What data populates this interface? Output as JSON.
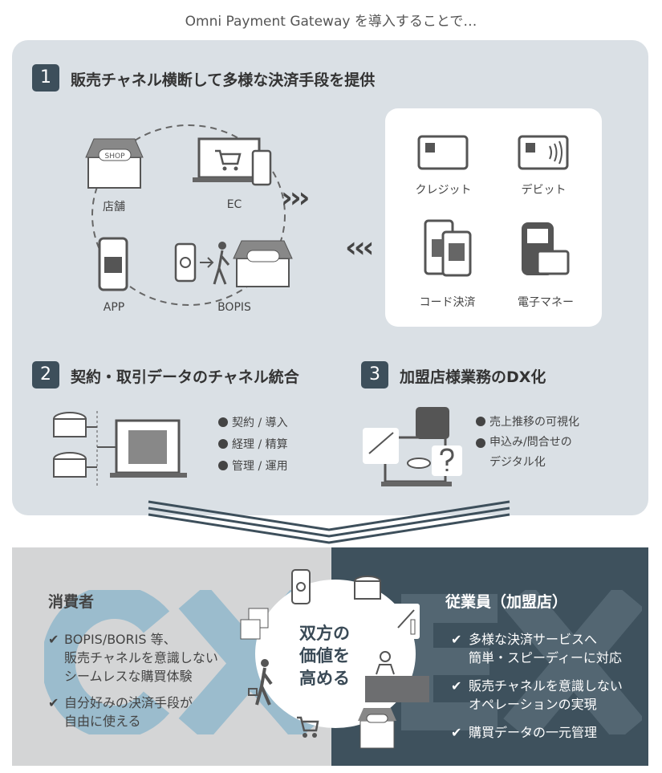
{
  "title": "Omni Payment Gateway を導入することで…",
  "section1": {
    "num": "1",
    "heading": "販売チャネル横断して多様な決済手段を提供",
    "channels": [
      "店舗",
      "EC",
      "APP",
      "BOPIS"
    ],
    "shop_sign": "SHOP",
    "methods": [
      "クレジット",
      "デビット",
      "コード決済",
      "電子マネー"
    ],
    "arrow_right": "›››",
    "arrow_left": "‹‹‹"
  },
  "section2": {
    "num": "2",
    "heading": "契約・取引データのチャネル統合",
    "bullets": [
      "契約 / 導入",
      "経理 / 精算",
      "管理 / 運用"
    ]
  },
  "section3": {
    "num": "3",
    "heading": "加盟店様業務のDX化",
    "bullets": [
      "売上推移の可視化",
      "申込み/問合せの\nデジタル化"
    ]
  },
  "consumer": {
    "heading": "消費者",
    "bg_letters": "CX",
    "items": [
      "BOPIS/BORIS 等、\n販売チャネルを意識しない\nシームレスな購買体験",
      "自分好みの決済手段が\n自由に使える"
    ]
  },
  "center": {
    "text": "双方の\n価値を\n高める"
  },
  "employee": {
    "heading": "従業員（加盟店）",
    "bg_letters": "EX",
    "items": [
      "多様な決済サービスへ\n簡単・スピーディーに対応",
      "販売チャネルを意識しない\nオペレーションの実現",
      "購買データの一元管理"
    ]
  },
  "colors": {
    "dark": "#3d4f5b",
    "panel": "#dae0e5",
    "cx": "#9bbccd"
  }
}
